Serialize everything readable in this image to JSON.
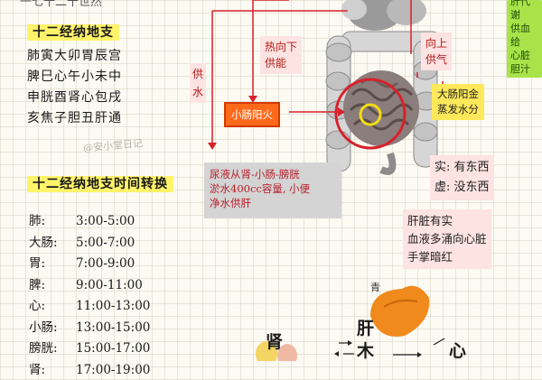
{
  "heading": {
    "title_top": "十二经纳地支",
    "lines": [
      "肺寅大卯胃辰宫",
      "脾巳心午小未中",
      "申胱酉肾心包戌",
      "亥焦子胆丑肝通"
    ],
    "watermark": "@安小堂日记"
  },
  "time_section": {
    "title": "十二经纳地支时间转换",
    "rows": [
      {
        "organ": "肺:",
        "time": "3:00-5:00"
      },
      {
        "organ": "大肠:",
        "time": "5:00-7:00"
      },
      {
        "organ": "胃:",
        "time": "7:00-9:00"
      },
      {
        "organ": "脾:",
        "time": "9:00-11:00"
      },
      {
        "organ": "心:",
        "time": "11:00-13:00"
      },
      {
        "organ": "小肠:",
        "time": "13:00-15:00"
      },
      {
        "organ": "膀胱:",
        "time": "15:00-17:00"
      },
      {
        "organ": "肾:",
        "time": "17:00-19:00"
      }
    ]
  },
  "diagram": {
    "label_hot_down": [
      "热向下",
      "供能"
    ],
    "label_supply_water": [
      "供",
      "水"
    ],
    "label_small_intestine_fire": "小肠阳火",
    "label_up_supply_qi": [
      "向上",
      "供气"
    ],
    "label_large_intestine": [
      "大肠阳金",
      "蒸发水分"
    ],
    "green_box": [
      "肝代谢",
      "供血给",
      "心脏",
      "胆汁"
    ],
    "gray_box": [
      "尿液从肾-小肠-膀胱",
      "淤水400cc容量, 小便",
      "净水供肝"
    ],
    "solid_empty": [
      "实: 有东西",
      "虚: 没东西"
    ],
    "liver_box": [
      "肝脏有实",
      "血液多涌向心脏",
      "手掌暗红"
    ]
  },
  "bottom": {
    "label_qing": "青",
    "label_shen": "肾",
    "label_gan": "肝",
    "label_mu": "木",
    "label_xin": "心"
  },
  "colors": {
    "accent_red": "#d8202a",
    "highlight_yellow": "#fff36a",
    "orange": "#ff6a1a",
    "green": "#a9e34a"
  }
}
